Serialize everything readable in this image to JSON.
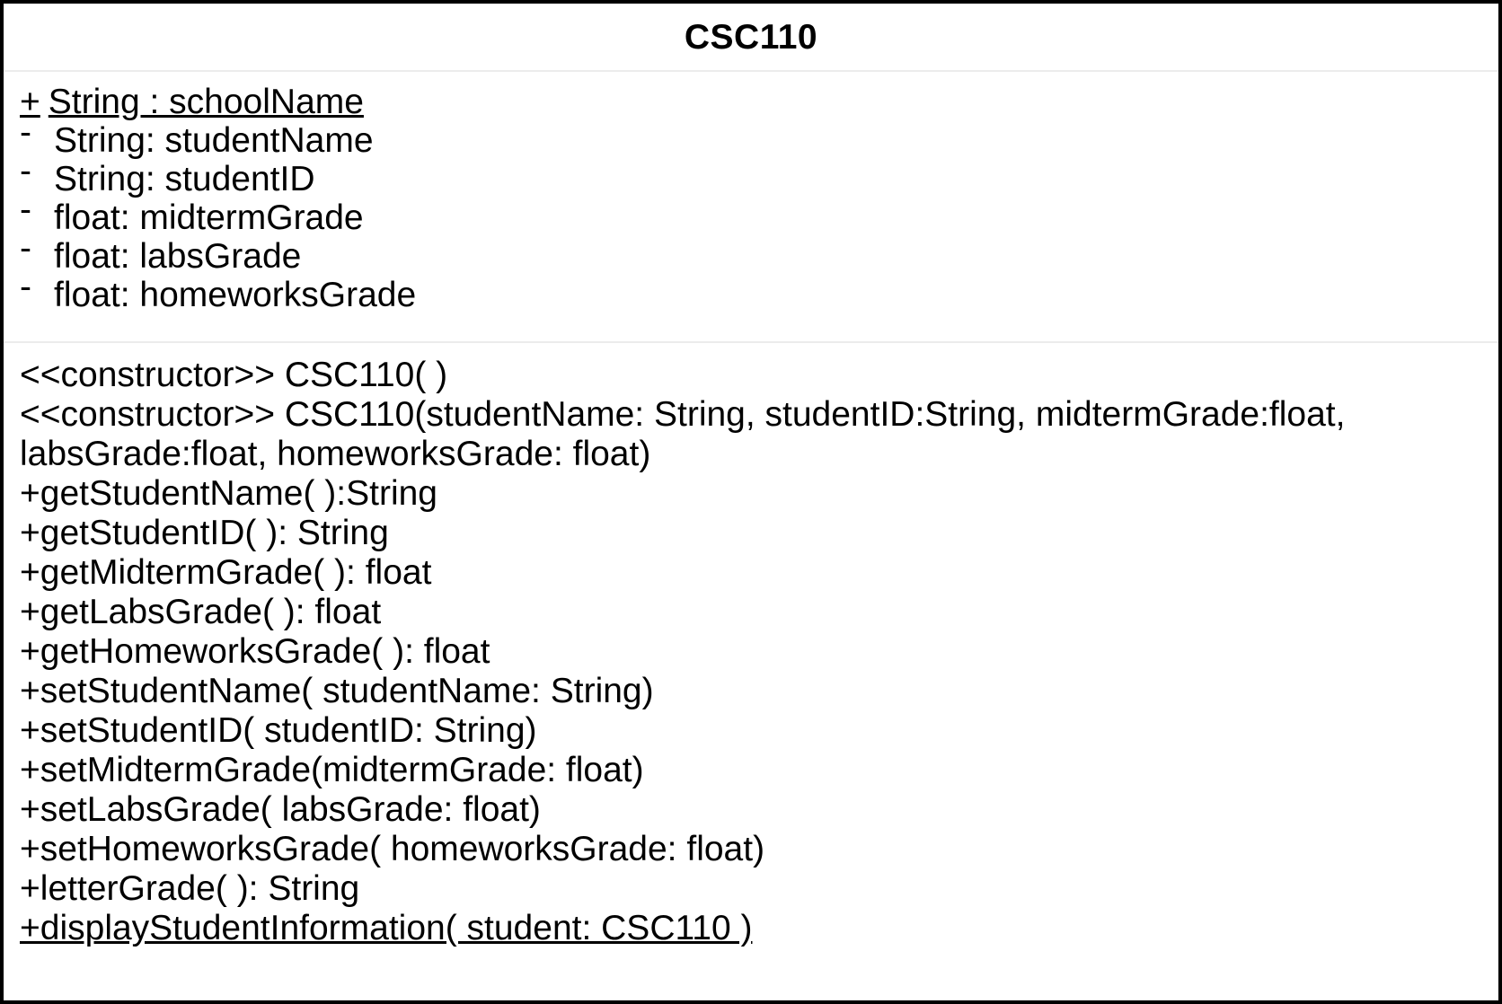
{
  "ui": {
    "background_color": "#ffffff",
    "border_color": "#000000",
    "divider_color": "#ececec",
    "text_color": "#000000"
  },
  "diagram": {
    "type": "uml-class",
    "class_name": "CSC110",
    "attributes": [
      {
        "marker": "+",
        "text": "String : schoolName",
        "static": true
      },
      {
        "marker": "-",
        "text": "String: studentName",
        "static": false
      },
      {
        "marker": "-",
        "text": "String: studentID",
        "static": false
      },
      {
        "marker": "-",
        "text": "float: midtermGrade",
        "static": false
      },
      {
        "marker": "-",
        "text": "float: labsGrade",
        "static": false
      },
      {
        "marker": "-",
        "text": "float: homeworksGrade",
        "static": false
      }
    ],
    "methods": [
      {
        "text": "<<constructor>> CSC110( )",
        "static": false
      },
      {
        "text": "<<constructor>> CSC110(studentName: String, studentID:String, midtermGrade:float, labsGrade:float, homeworksGrade: float)",
        "static": false
      },
      {
        "text": "+getStudentName( ):String",
        "static": false
      },
      {
        "text": "+getStudentID( ): String",
        "static": false
      },
      {
        "text": "+getMidtermGrade( ): float",
        "static": false
      },
      {
        "text": "+getLabsGrade( ): float",
        "static": false
      },
      {
        "text": "+getHomeworksGrade( ): float",
        "static": false
      },
      {
        "text": "+setStudentName( studentName: String)",
        "static": false
      },
      {
        "text": "+setStudentID( studentID: String)",
        "static": false
      },
      {
        "text": "+setMidtermGrade(midtermGrade: float)",
        "static": false
      },
      {
        "text": "+setLabsGrade( labsGrade: float)",
        "static": false
      },
      {
        "text": "+setHomeworksGrade( homeworksGrade: float)",
        "static": false
      },
      {
        "text": "+letterGrade( ): String",
        "static": false
      },
      {
        "text": "+displayStudentInformation( student: CSC110 )",
        "static": true
      }
    ]
  }
}
